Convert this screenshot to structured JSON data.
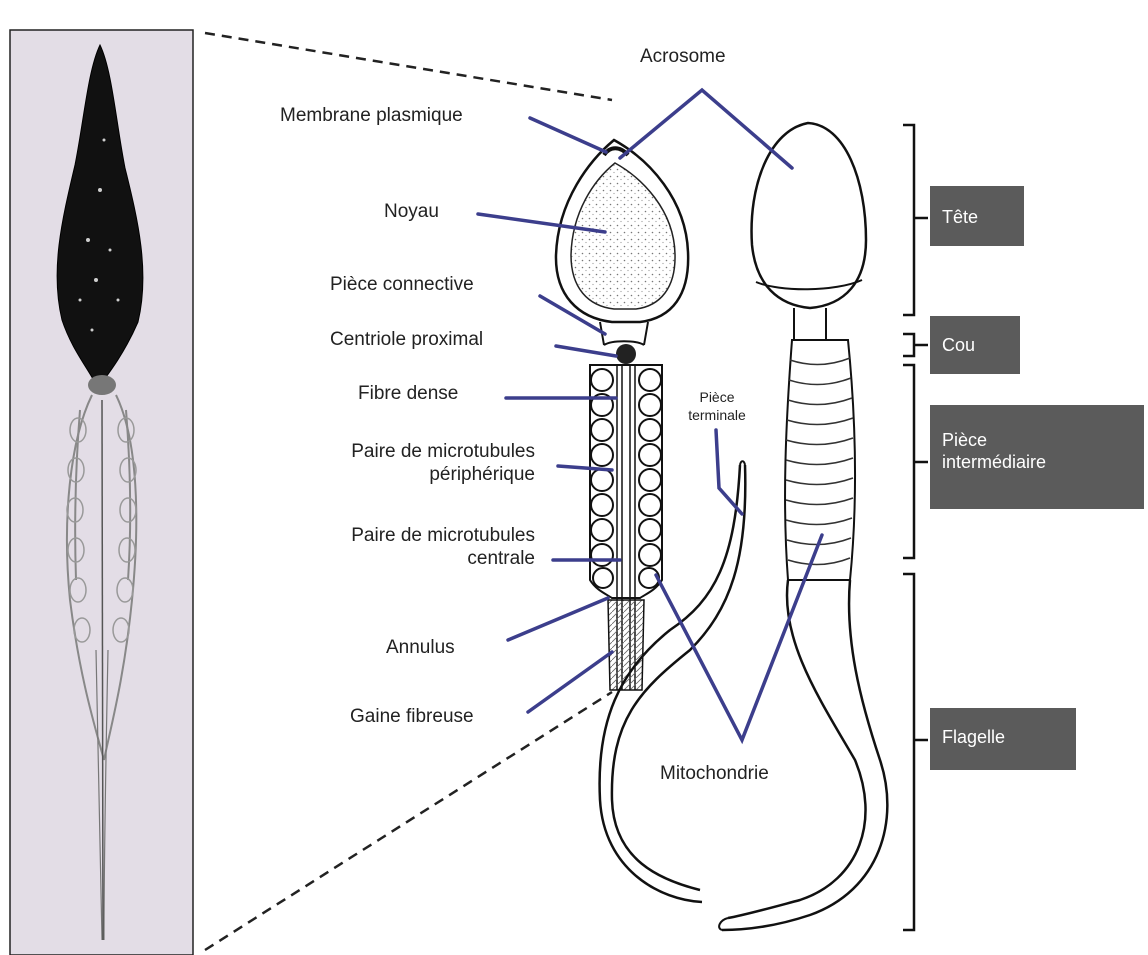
{
  "labels": {
    "acrosome": "Acrosome",
    "membrane": "Membrane plasmique",
    "noyau": "Noyau",
    "piece_connective": "Pièce connective",
    "centriole": "Centriole proximal",
    "fibre_dense": "Fibre dense",
    "paire_periph_1": "Paire de microtubules",
    "paire_periph_2": "périphérique",
    "paire_centrale_1": "Paire de microtubules",
    "paire_centrale_2": "centrale",
    "annulus": "Annulus",
    "gaine": "Gaine fibreuse",
    "piece_terminale_1": "Pièce",
    "piece_terminale_2": "terminale",
    "mitochondrie": "Mitochondrie"
  },
  "regions": {
    "tete": "Tête",
    "cou": "Cou",
    "piece_inter_1": "Pièce",
    "piece_inter_2": "intermédiaire",
    "flagelle": "Flagelle"
  },
  "colors": {
    "leader": "#3c3e8c",
    "region_box": "#5b5b5b",
    "micrograph_bg": "#e3dde6"
  }
}
